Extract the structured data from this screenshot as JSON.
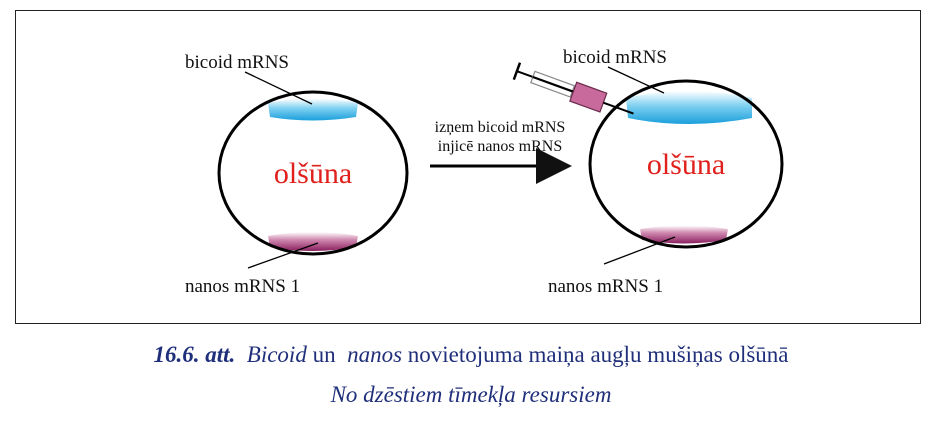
{
  "left_panel": {
    "egg_label": "olšūna",
    "top_label": "bicoid mRNS",
    "bottom_label": "nanos mRNS 1"
  },
  "arrow": {
    "line1": "izņem bicoid mRNS",
    "line2": "injicē nanos mRNS"
  },
  "right_panel": {
    "egg_label": "olšūna",
    "top_label": "bicoid mRNS",
    "bottom_label": "nanos mRNS 1"
  },
  "caption": {
    "fig_number": "16.6. att.",
    "term1": "Bicoid",
    "word_un": "un",
    "term2": "nanos",
    "rest": "novietojuma maiņa augļu mušiņas olšūnā",
    "source": "No dzēstiem tīmekļa resursiem"
  },
  "colors": {
    "egg_label": "#e0201c",
    "caption": "#1f2f7a",
    "bicoid": "#2aa8e0",
    "nanos": "#8a2060",
    "syringe_plunger": "#c86a9c"
  }
}
